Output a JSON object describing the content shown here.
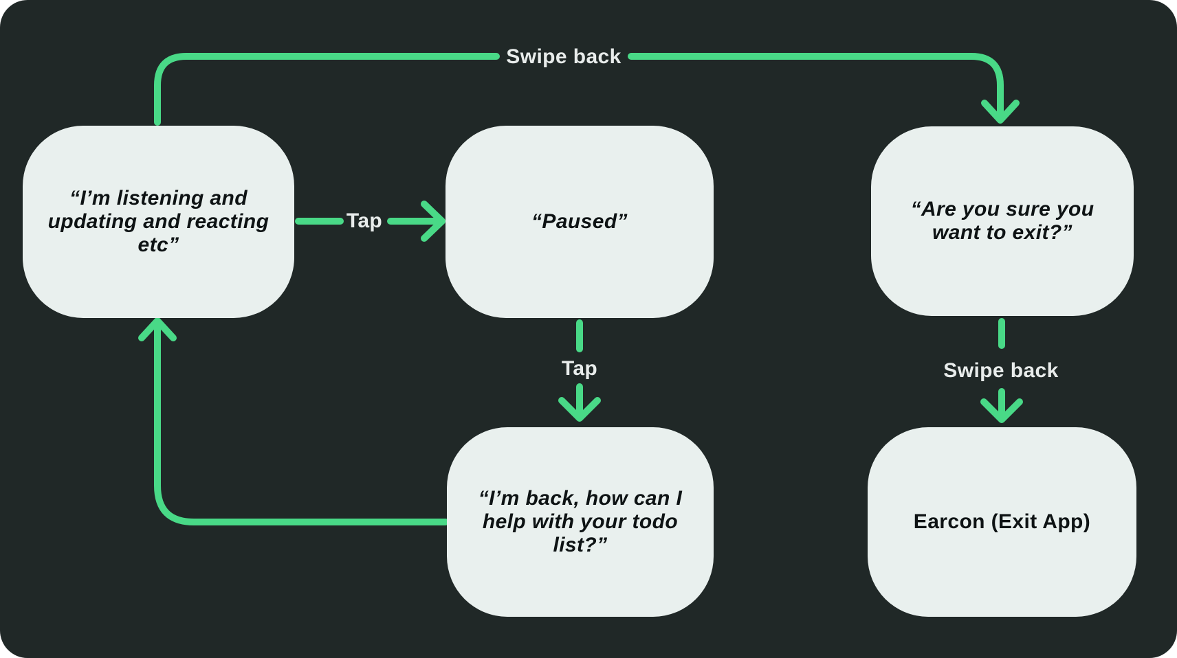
{
  "colors": {
    "background": "#202827",
    "node_fill": "#E9F0EE",
    "arrow_green": "#49D987",
    "node_text": "#0E1314",
    "label_text": "#E8ECEB"
  },
  "nodes": {
    "listening": {
      "text": "“I’m listening and\nupdating and reacting\netc”"
    },
    "paused": {
      "text": "“Paused”"
    },
    "confirm_exit": {
      "text": "“Are you sure you\nwant to exit?”"
    },
    "back_todo": {
      "text": "“I’m back, how can I\nhelp with your todo\nlist?”"
    },
    "earcon": {
      "text": "Earcon (Exit App)"
    }
  },
  "edge_labels": {
    "swipe_back_top": "Swipe back",
    "tap_pause": "Tap",
    "tap_resume": "Tap",
    "swipe_back_exit": "Swipe back"
  }
}
